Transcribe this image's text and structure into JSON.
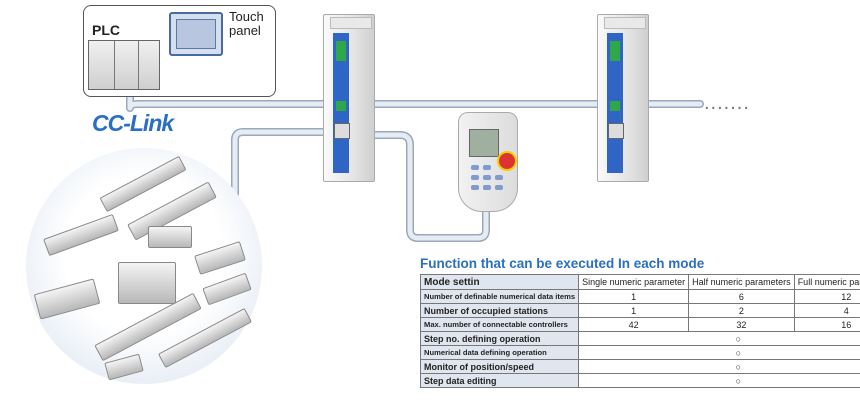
{
  "labels": {
    "plc": "PLC",
    "touch_panel": "Touch\npanel",
    "logo": "CC-Link",
    "dots": "......."
  },
  "colors": {
    "network_line": "#dfe6f0",
    "network_line_edge": "#9aa8bc",
    "title_blue": "#2a6fc2",
    "controller_panel": "#2f66c6",
    "connector_green": "#2ea84a",
    "table_header_fill": "#e0e6ef"
  },
  "table": {
    "title": "Function that can be executed In each mode",
    "corner": "Mode settin",
    "columns": [
      "Single numeric parameter",
      "Half numeric parameters",
      "Full numeric parameters"
    ],
    "rows": [
      {
        "label": "Number of definable numerical data items",
        "values": [
          "1",
          "6",
          "12"
        ]
      },
      {
        "label": "Number of occupied stations",
        "values": [
          "1",
          "2",
          "4"
        ]
      },
      {
        "label": "Max. number of connectable controllers",
        "values": [
          "42",
          "32",
          "16"
        ]
      },
      {
        "label": "Step no. defining operation",
        "values": [
          "",
          "○",
          ""
        ]
      },
      {
        "label": "Numerical data defining operation",
        "values": [
          "",
          "○",
          ""
        ]
      },
      {
        "label": "Monitor of position/speed",
        "values": [
          "",
          "○",
          ""
        ]
      },
      {
        "label": "Step data editing",
        "values": [
          "",
          "○",
          ""
        ]
      }
    ]
  }
}
